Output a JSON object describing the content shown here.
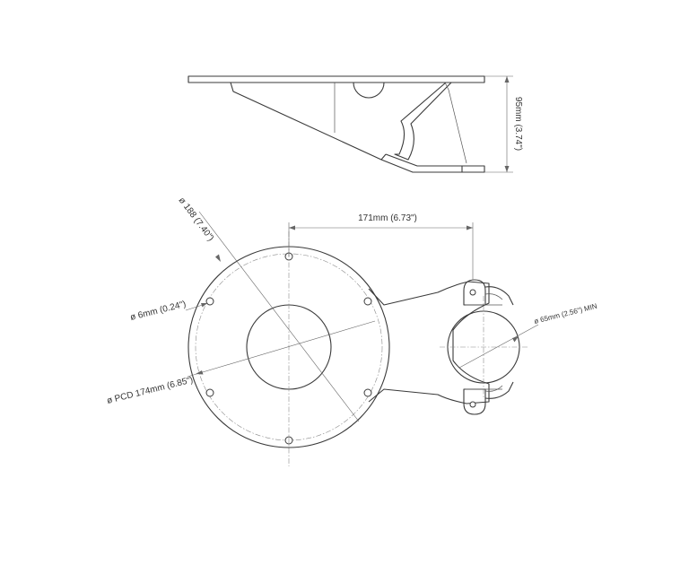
{
  "labels": {
    "height": "95mm (3.74\")",
    "span": "171mm (6.73\")",
    "plate_diameter": "ø 188 (7.40\")",
    "hole_diameter": "ø 6mm (0.24\")",
    "pcd": "ø PCD 174mm (6.85\")",
    "pole_diameter": "ø 65mm (2.56\") MIN"
  },
  "colors": {
    "line": "#3a3a3a",
    "dimension": "#666666",
    "centerline": "#8a8a8a",
    "text": "#333333"
  }
}
